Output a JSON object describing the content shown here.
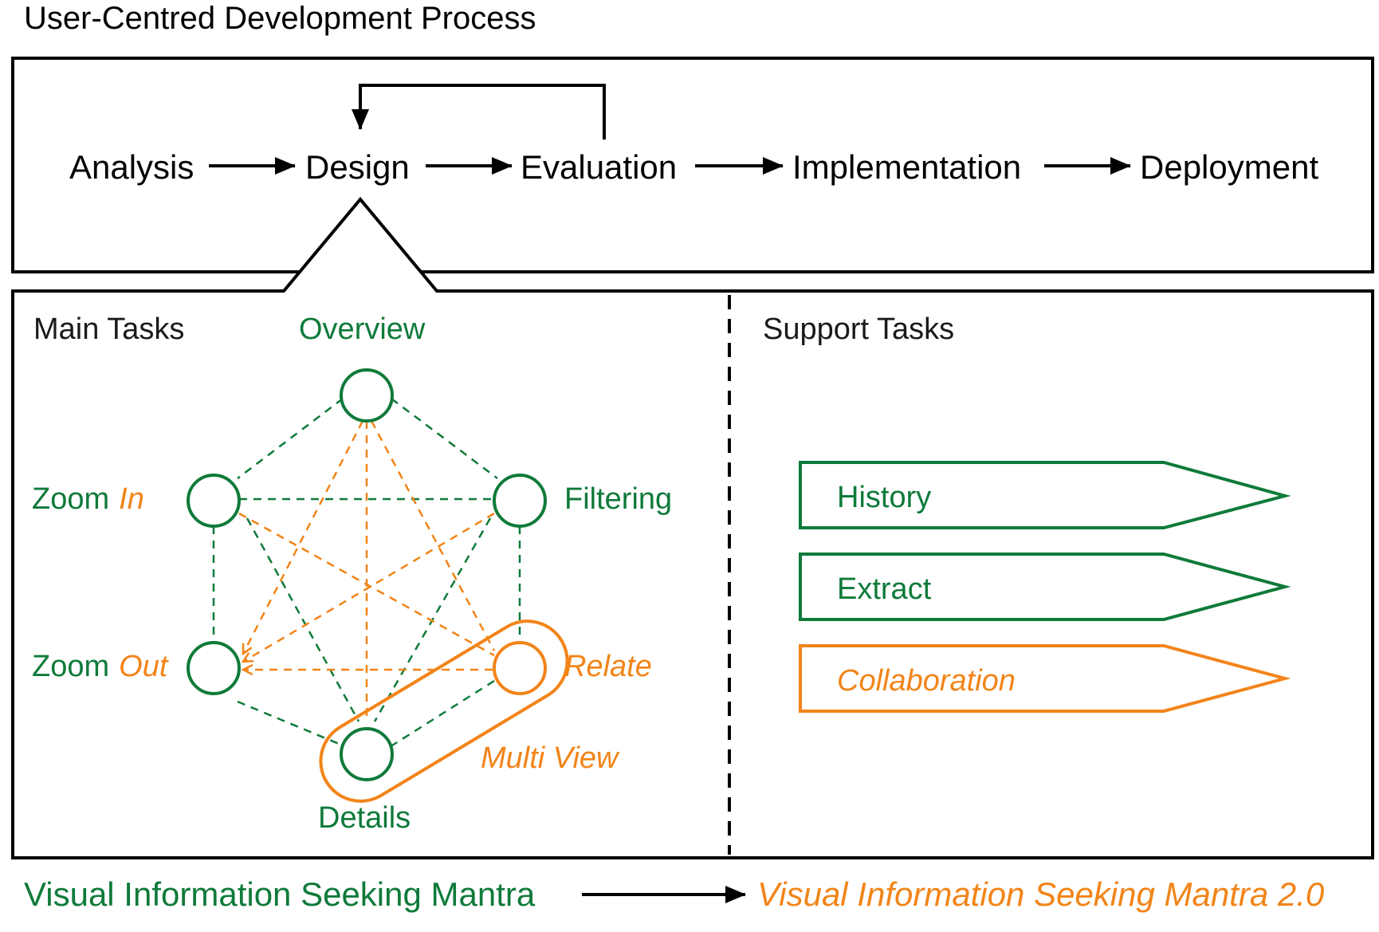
{
  "title": "User-Centred Development Process",
  "colors": {
    "green": "#0f7a3a",
    "orange": "#f28418",
    "black": "#000000"
  },
  "process": {
    "steps": [
      "Analysis",
      "Design",
      "Evaluation",
      "Implementation",
      "Deployment"
    ]
  },
  "main_tasks": {
    "heading": "Main Tasks",
    "nodes": {
      "overview": "Overview",
      "zoom_in_a": "Zoom",
      "zoom_in_b": "In",
      "filtering": "Filtering",
      "zoom_out_a": "Zoom",
      "zoom_out_b": "Out",
      "relate": "Relate",
      "details": "Details",
      "multi_view": "Multi View"
    }
  },
  "support_tasks": {
    "heading": "Support Tasks",
    "items": [
      {
        "label": "History",
        "color": "green"
      },
      {
        "label": "Extract",
        "color": "green"
      },
      {
        "label": "Collaboration",
        "color": "orange"
      }
    ]
  },
  "footer": {
    "left": "Visual Information Seeking Mantra",
    "right": "Visual Information Seeking Mantra 2.0"
  }
}
